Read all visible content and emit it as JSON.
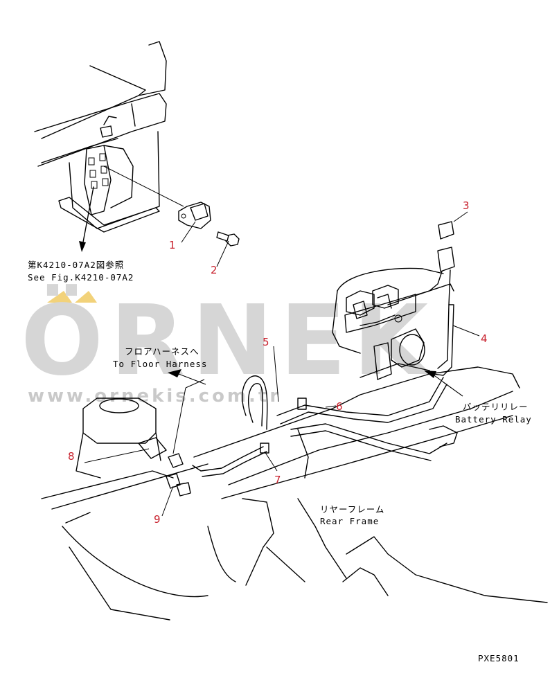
{
  "watermark": {
    "brand": "ÖRNEK",
    "url": "www.ornekis.com.tr",
    "accent_color": "#f2d27a",
    "text_color": "#d6d6d6"
  },
  "callouts": [
    {
      "id": "1",
      "label": "1"
    },
    {
      "id": "2",
      "label": "2"
    },
    {
      "id": "3",
      "label": "3"
    },
    {
      "id": "4",
      "label": "4"
    },
    {
      "id": "5",
      "label": "5"
    },
    {
      "id": "6",
      "label": "6"
    },
    {
      "id": "7",
      "label": "7"
    },
    {
      "id": "8",
      "label": "8"
    },
    {
      "id": "9",
      "label": "9"
    }
  ],
  "notes": {
    "fig_ref_jp": "第K4210-07A2図参照",
    "fig_ref_en": "See Fig.K4210-07A2",
    "floor_harness_jp": "フロアハーネスへ",
    "floor_harness_en": "To Floor Harness",
    "battery_relay_jp": "バッテリリレー",
    "battery_relay_en": "Battery Relay",
    "rear_frame_jp": "リヤーフレーム",
    "rear_frame_en": "Rear Frame"
  },
  "drawing_code": "PXE5801",
  "colors": {
    "callout": "#c8202c",
    "line": "#000000"
  }
}
